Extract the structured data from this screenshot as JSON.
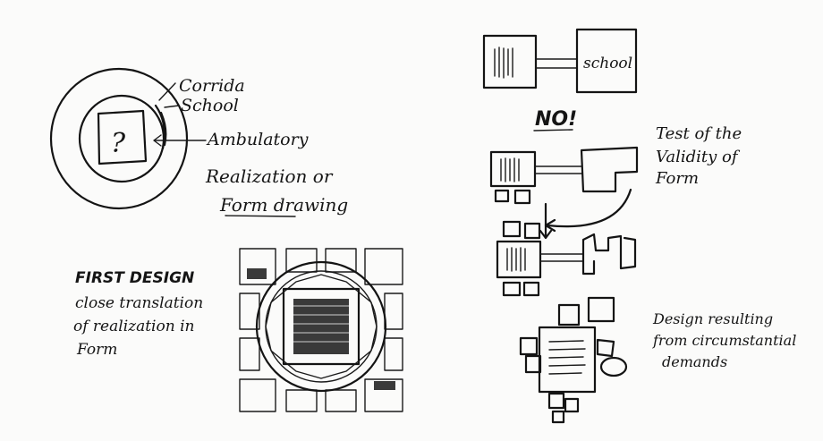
{
  "diagram": {
    "concept": {
      "question_mark": "?",
      "label_corridor": "Corrida",
      "label_school": "School",
      "label_ambulatory": "Ambulatory",
      "caption_line1": "Realization or",
      "caption_line2": "Form drawing"
    },
    "first_design": {
      "line1": "FIRST DESIGN",
      "line2": "close translation",
      "line3": "of realization in",
      "line4": "Form"
    },
    "rejected": {
      "box_label": "school",
      "verdict": "NO!"
    },
    "test": {
      "line1": "Test of the",
      "line2": "Validity of",
      "line3": "Form"
    },
    "result": {
      "line1": "Design resulting",
      "line2": "from circumstantial",
      "line3": "demands"
    }
  }
}
